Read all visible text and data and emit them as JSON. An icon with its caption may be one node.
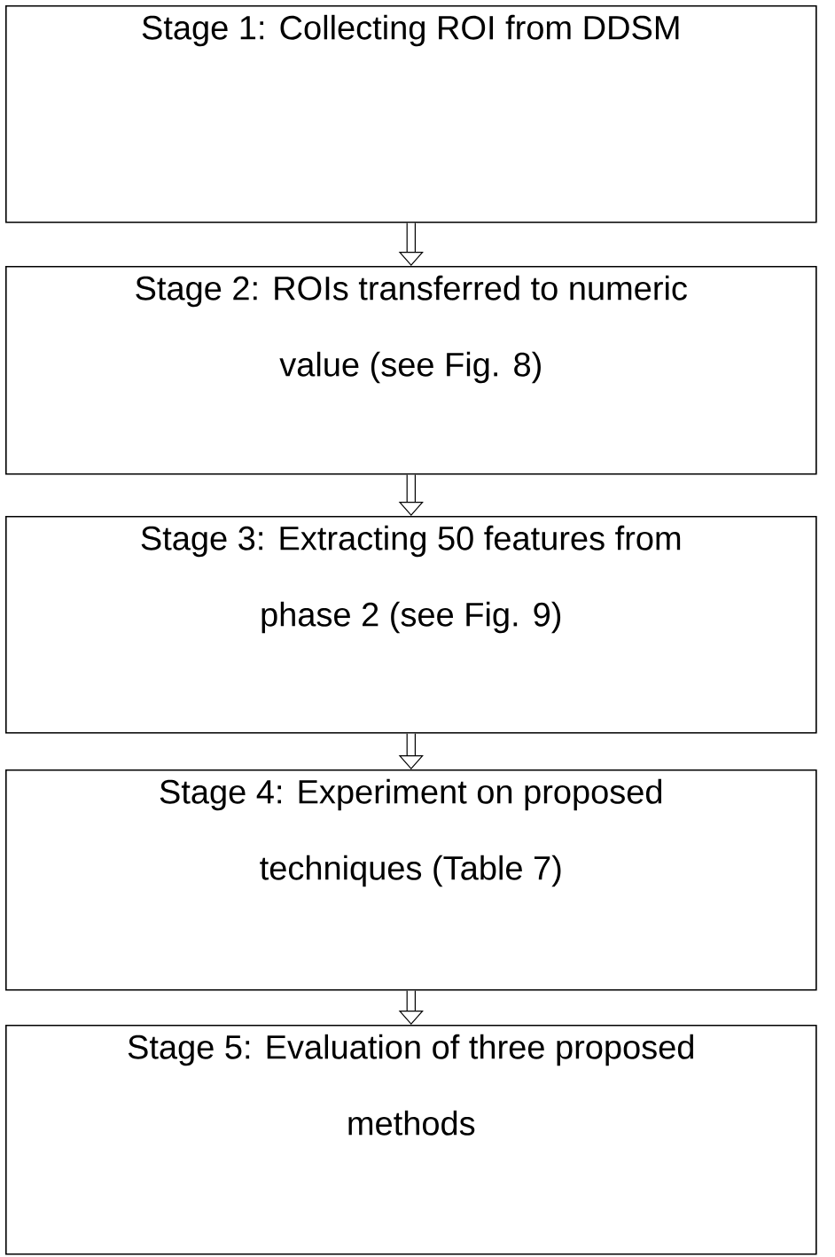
{
  "diagram": {
    "nodes": [
      {
        "text": [
          "Stage 1: Collecting ROI from DDSM"
        ]
      },
      {
        "text": [
          "Stage 2: ROIs transferred to numeric value (see Fig. 8)"
        ]
      },
      {
        "text": [
          "Stage 3: Extracting 50 features from phase 2 (see Fig. 9)"
        ]
      },
      {
        "text": [
          "Stage 4: Experiment on proposed techniques (Table 7)"
        ]
      },
      {
        "text": [
          "Stage 5: Evaluation of three proposed methods"
        ]
      }
    ],
    "edges": [
      {
        "from": 0,
        "to": 1,
        "arrow": "to"
      },
      {
        "from": 1,
        "to": 2,
        "arrow": "to"
      },
      {
        "from": 2,
        "to": 3,
        "arrow": "to"
      },
      {
        "from": 3,
        "to": 4,
        "arrow": "to"
      }
    ]
  }
}
